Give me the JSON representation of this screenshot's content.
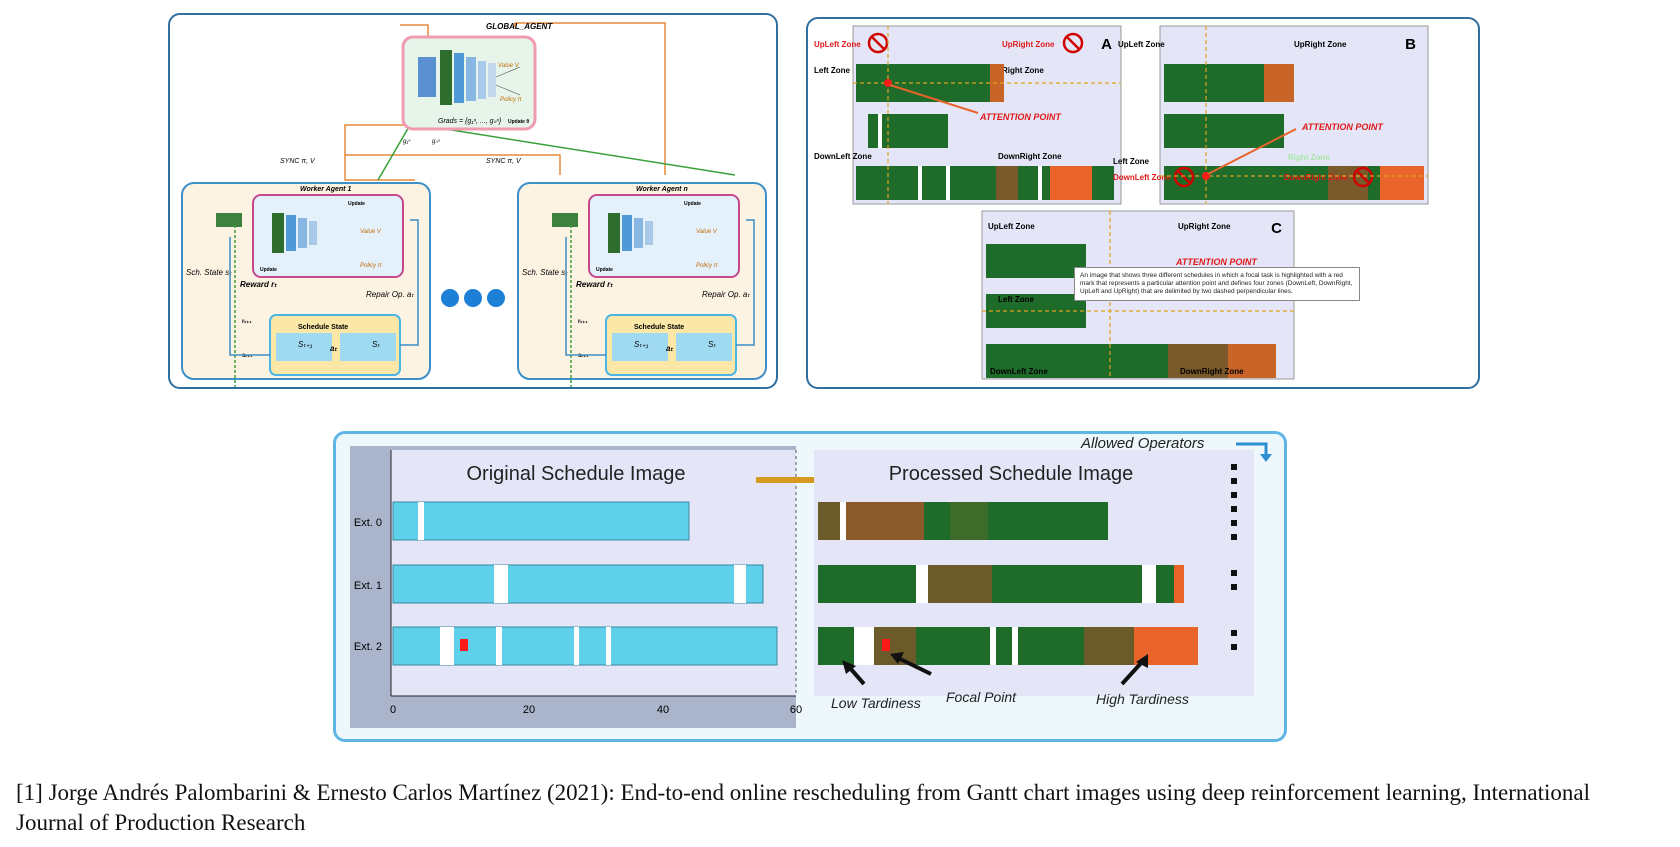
{
  "colors": {
    "panel_border": "#2f6f9f",
    "gantt_green": "#1e6b2a",
    "gantt_olive": "#6b5a2a",
    "gantt_orange": "#e8642a",
    "cyan_bar": "#5ed0ea",
    "focal_red": "#ff1a1a",
    "arrow_gold": "#d79a1e",
    "label_red": "#e01818"
  },
  "top_left": {
    "global_agent_label": "GLOBAL_AGENT",
    "value_label": "Value V",
    "policy_label": "Policy π",
    "grads_label": "Grads = {g₁ⁿ, ..., gₙⁿ}",
    "update_theta": "Update θ",
    "g1": "g₁ⁿ",
    "gn": "gₙⁿ",
    "sync_left": "SYNC π, V",
    "sync_right": "SYNC π, V",
    "worker1": {
      "title": "Worker Agent 1",
      "update": "Update",
      "sch_state": "Sch. State sₜ",
      "reward": "Reward rₜ",
      "repair": "Repair Op. aₜ",
      "schedule_state": "Schedule State",
      "s_next": "Sₜ₊₁",
      "a_t": "aₜ",
      "s_t": "Sₜ",
      "r_next": "rₜ₊₁",
      "s_next_small": "sₜ₊₁"
    },
    "workern": {
      "title": "Worker Agent n",
      "update": "Update",
      "sch_state": "Sch. State sₜ",
      "reward": "Reward rₜ",
      "repair": "Repair Op. aₜ",
      "schedule_state": "Schedule State",
      "s_next": "Sₜ₊₁",
      "a_t": "aₜ",
      "s_t": "Sₜ",
      "r_next": "rₜ₊₁",
      "s_next_small": "sₜ₊₁"
    }
  },
  "top_right": {
    "A": {
      "letter": "A",
      "upleft": "UpLeft Zone",
      "upright": "UpRight Zone",
      "left": "Left Zone",
      "right": "Right Zone",
      "downleft": "DownLeft Zone",
      "downright": "DownRight Zone",
      "attention": "ATTENTION POINT"
    },
    "B": {
      "letter": "B",
      "upleft": "UpLeft Zone",
      "upright": "UpRight Zone",
      "left": "Left Zone",
      "right": "Right Zone",
      "downleft": "DownLeft Zone",
      "downright": "DownRight Zone",
      "attention": "ATTENTION POINT"
    },
    "C": {
      "letter": "C",
      "upleft": "UpLeft Zone",
      "upright": "UpRight Zone",
      "left": "Left Zone",
      "downleft": "DownLeft Zone",
      "downright": "DownRight Zone",
      "attention": "ATTENTION POINT",
      "caption": "An image that shows three different schedules in which a focal task is highlighted with a red mark that represents a particular attention point and defines four zones (DownLeft, DownRight, UpLeft and UpRight) that are delimited by two dashed perpendicular lines."
    }
  },
  "bottom": {
    "original_title": "Original Schedule Image",
    "processed_title": "Processed Schedule Image",
    "allowed_operators": "Allowed Operators",
    "low_tardiness": "Low Tardiness",
    "focal_point": "Focal Point",
    "high_tardiness": "High Tardiness",
    "row_labels": [
      "Ext. 0",
      "Ext. 1",
      "Ext. 2"
    ],
    "x_ticks": [
      "0",
      "20",
      "40",
      "60"
    ]
  },
  "citation": "[1] Jorge Andrés Palombarini & Ernesto Carlos Martínez (2021): End-to-end online rescheduling from Gantt chart images using deep reinforcement learning, International Journal of Production Research"
}
